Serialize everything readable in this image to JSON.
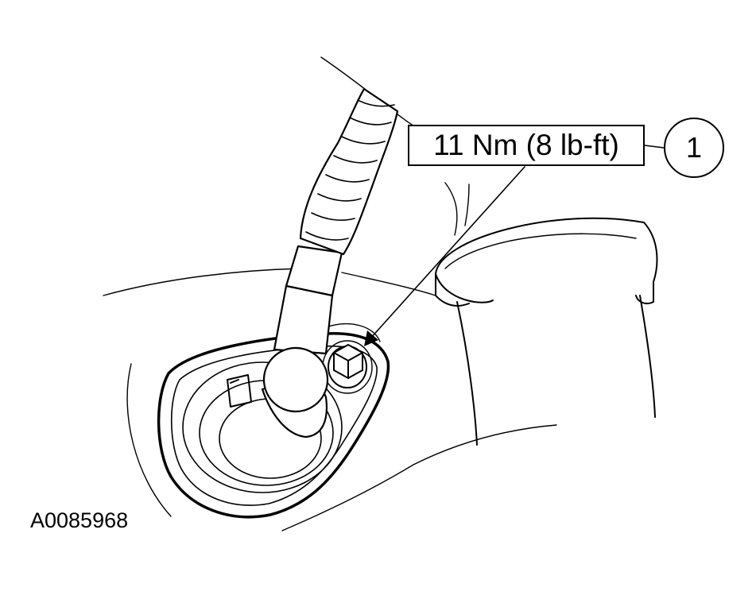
{
  "callout": {
    "torque_spec": "11 Nm (8 lb-ft)",
    "number": "1"
  },
  "figure_id": "A0085968",
  "colors": {
    "line": "#000000",
    "background": "#ffffff"
  }
}
